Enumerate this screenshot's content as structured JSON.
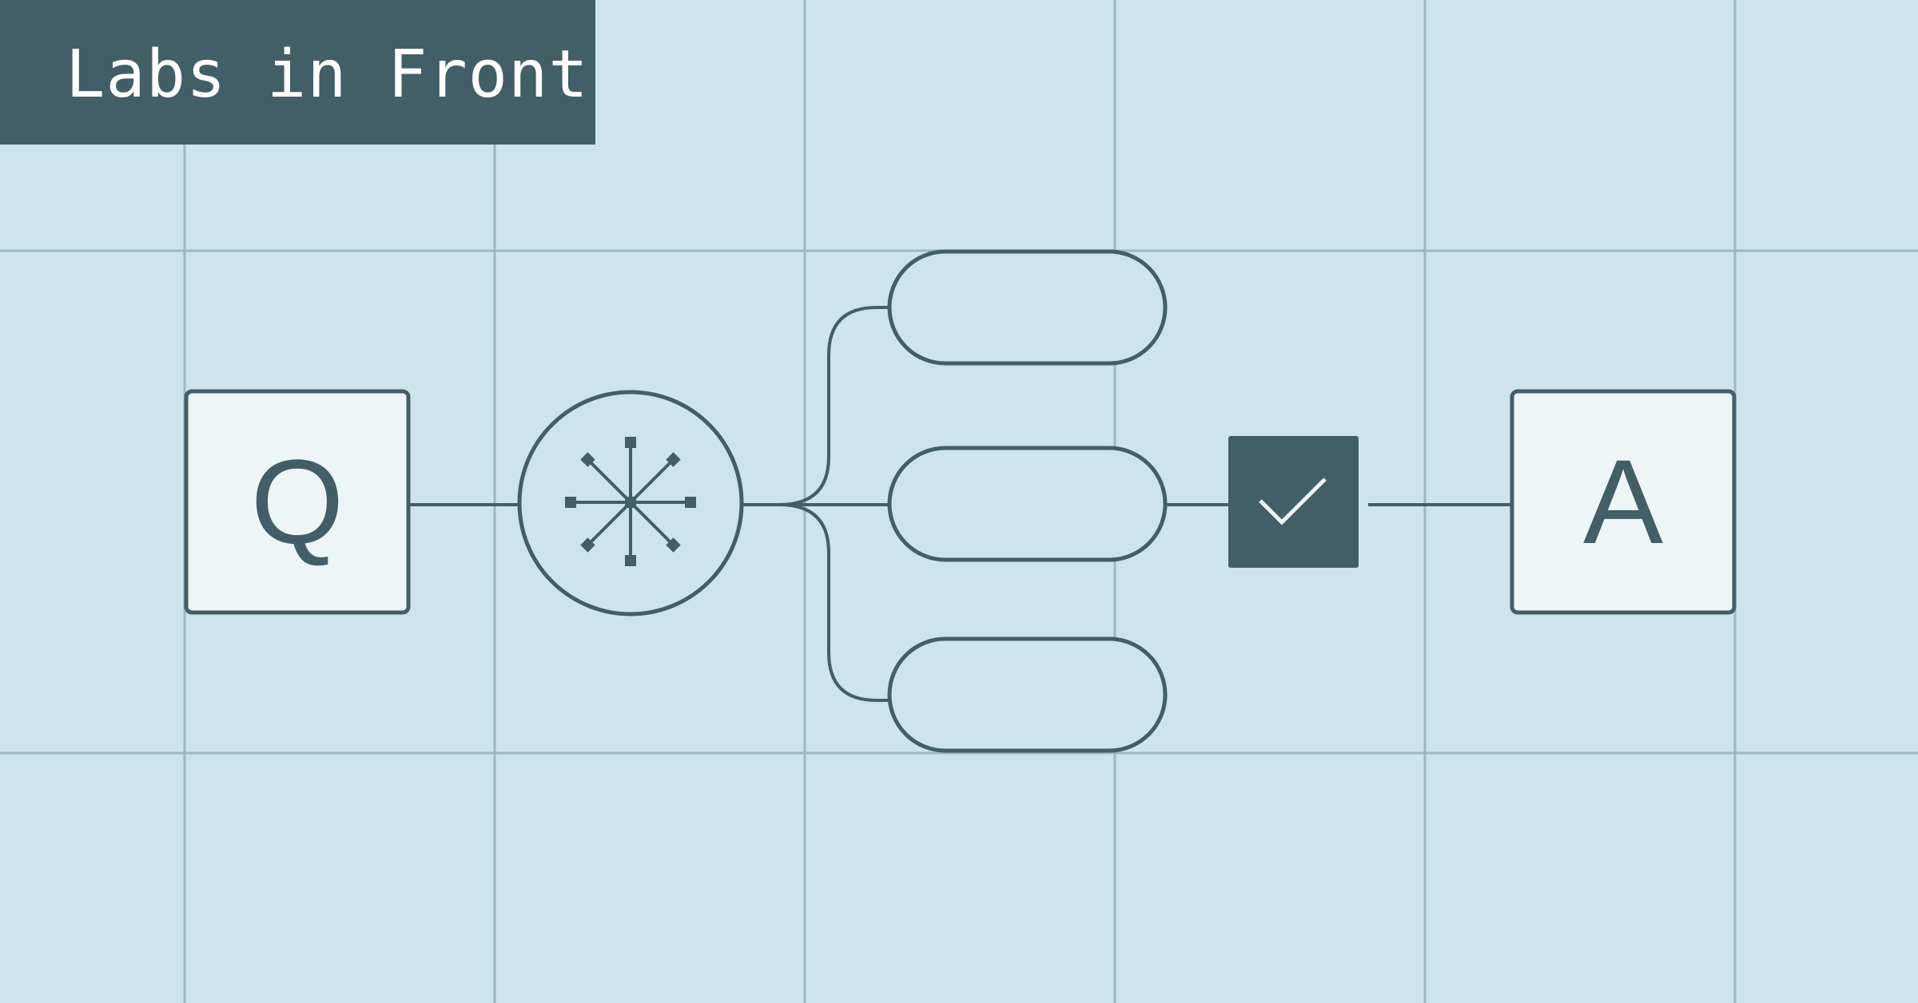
{
  "header": {
    "title": "Labs in Front"
  },
  "diagram": {
    "input_node": {
      "label": "Q"
    },
    "output_node": {
      "label": "A"
    },
    "hub_icon": "asterisk-network-icon",
    "branch_count": 3,
    "verify_icon": "checkmark-icon"
  },
  "colors": {
    "background": "#cce4ea",
    "grid": "#9db8be",
    "ink": "#425f67",
    "node_fill": "#edf5f7",
    "white": "#ffffff"
  }
}
